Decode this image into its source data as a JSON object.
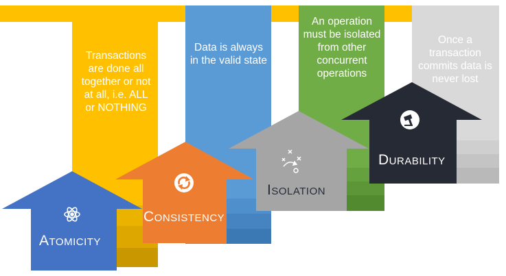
{
  "colors": {
    "atomicity": "#4472c4",
    "consistency": "#ed7d31",
    "isolation": "#a5a5a5",
    "durability": "#262a35",
    "ribbon_atomicity": "#ffc000",
    "ribbon_consistency": "#5b9bd5",
    "ribbon_isolation": "#70ad47",
    "ribbon_durability": "#d9d9d9"
  },
  "properties": [
    {
      "initial": "A",
      "rest": "TOMICITY",
      "description": "Transactions are done all together or not at all, i.e. ALL or NOTHING",
      "icon": "atom-icon"
    },
    {
      "initial": "C",
      "rest": "ONSISTENCY",
      "description": "Data is always in the valid state",
      "icon": "refresh-icon"
    },
    {
      "initial": "I",
      "rest": "SOLATION",
      "description": "An operation must be isolated from other concurrent operations",
      "icon": "strategy-play-icon"
    },
    {
      "initial": "D",
      "rest": "URABILITY",
      "description": "Once a transaction commits data is never lost",
      "icon": "gavel-icon"
    }
  ]
}
